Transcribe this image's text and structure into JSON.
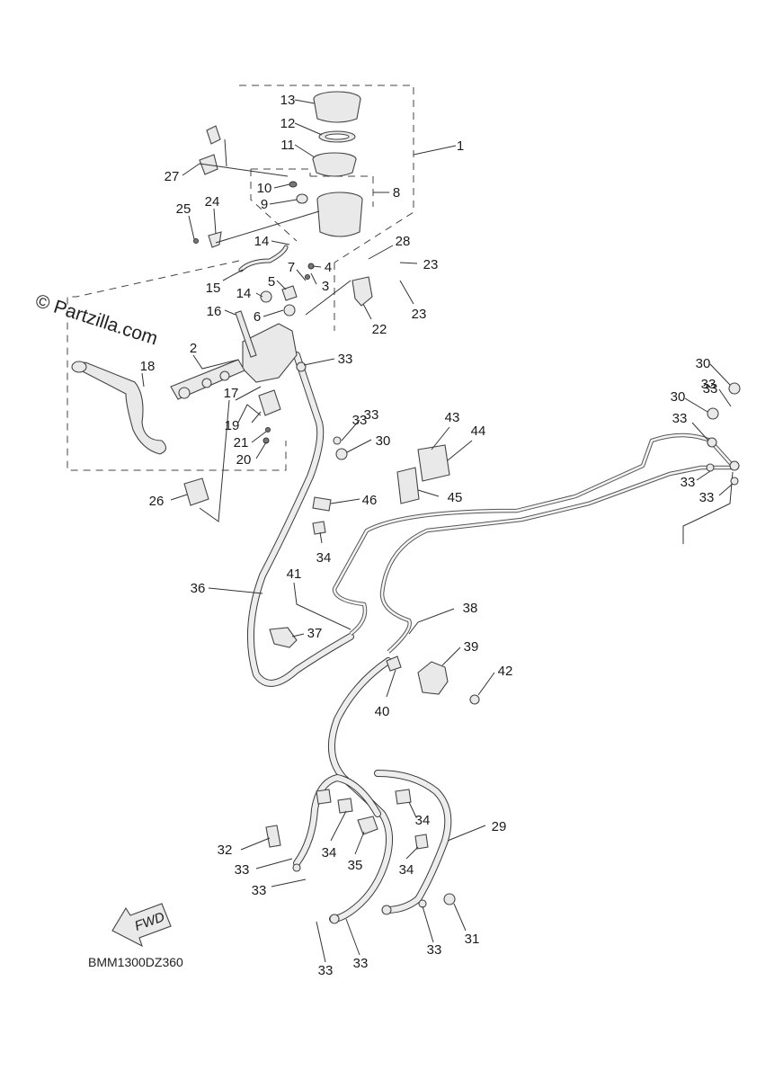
{
  "watermark": "© Partzilla.com",
  "diagram_code": "BMM1300DZ360",
  "fwd_label": "FWD",
  "callouts": [
    {
      "text": "1"
    },
    {
      "text": "2"
    },
    {
      "text": "3"
    },
    {
      "text": "4"
    },
    {
      "text": "5"
    },
    {
      "text": "6"
    },
    {
      "text": "7"
    },
    {
      "text": "8"
    },
    {
      "text": "9"
    },
    {
      "text": "10"
    },
    {
      "text": "11"
    },
    {
      "text": "12"
    },
    {
      "text": "13"
    },
    {
      "text": "14"
    },
    {
      "text": "14"
    },
    {
      "text": "15"
    },
    {
      "text": "16"
    },
    {
      "text": "17"
    },
    {
      "text": "18"
    },
    {
      "text": "19"
    },
    {
      "text": "20"
    },
    {
      "text": "21"
    },
    {
      "text": "22"
    },
    {
      "text": "23"
    },
    {
      "text": "23"
    },
    {
      "text": "24"
    },
    {
      "text": "25"
    },
    {
      "text": "26"
    },
    {
      "text": "27"
    },
    {
      "text": "28"
    },
    {
      "text": "29"
    },
    {
      "text": "30"
    },
    {
      "text": "30"
    },
    {
      "text": "30"
    },
    {
      "text": "31"
    },
    {
      "text": "32"
    },
    {
      "text": "33"
    },
    {
      "text": "33"
    },
    {
      "text": "33"
    },
    {
      "text": "33"
    },
    {
      "text": "33"
    },
    {
      "text": "33"
    },
    {
      "text": "33"
    },
    {
      "text": "33"
    },
    {
      "text": "33"
    },
    {
      "text": "33"
    },
    {
      "text": "33"
    },
    {
      "text": "33"
    },
    {
      "text": "33"
    },
    {
      "text": "34"
    },
    {
      "text": "34"
    },
    {
      "text": "34"
    },
    {
      "text": "34"
    },
    {
      "text": "35"
    },
    {
      "text": "36"
    },
    {
      "text": "37"
    },
    {
      "text": "38"
    },
    {
      "text": "39"
    },
    {
      "text": "40"
    },
    {
      "text": "41"
    },
    {
      "text": "42"
    },
    {
      "text": "43"
    },
    {
      "text": "44"
    },
    {
      "text": "45"
    },
    {
      "text": "46"
    }
  ]
}
